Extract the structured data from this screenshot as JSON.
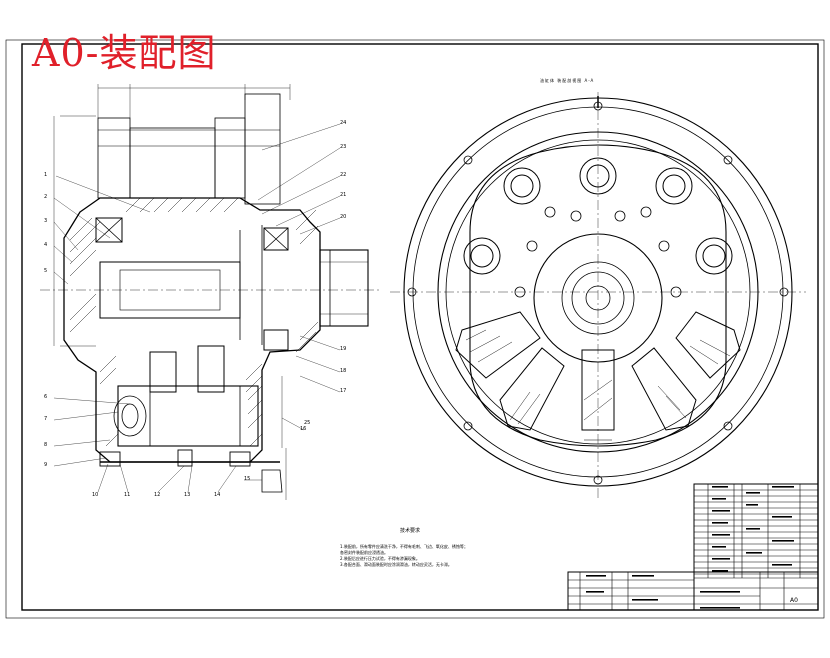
{
  "title_stamp": "A0-装配图",
  "section_label": "油缸体 装配剖视图 A-A",
  "technical_requirements": {
    "title": "技术要求",
    "lines": [
      "1.装配前，所有零件应清洗干净，不得有毛刺、飞边、氧化皮、锈蚀等；",
      "  各密封件装配前应浸透油。",
      "2.装配后应进行压力试验，不得有渗漏现象。",
      "3.各配合面、滑动面装配时应涂润滑油，转动应灵活，无卡滞。"
    ]
  },
  "sheet_size": "A0",
  "part_balloons": [
    "1",
    "2",
    "3",
    "4",
    "5",
    "6",
    "7",
    "8",
    "9",
    "10",
    "11",
    "12",
    "13",
    "14",
    "15",
    "16",
    "17",
    "18",
    "19",
    "20",
    "21",
    "22",
    "23",
    "24",
    "25"
  ],
  "colors": {
    "title": "#e0202a",
    "line": "#000000"
  }
}
